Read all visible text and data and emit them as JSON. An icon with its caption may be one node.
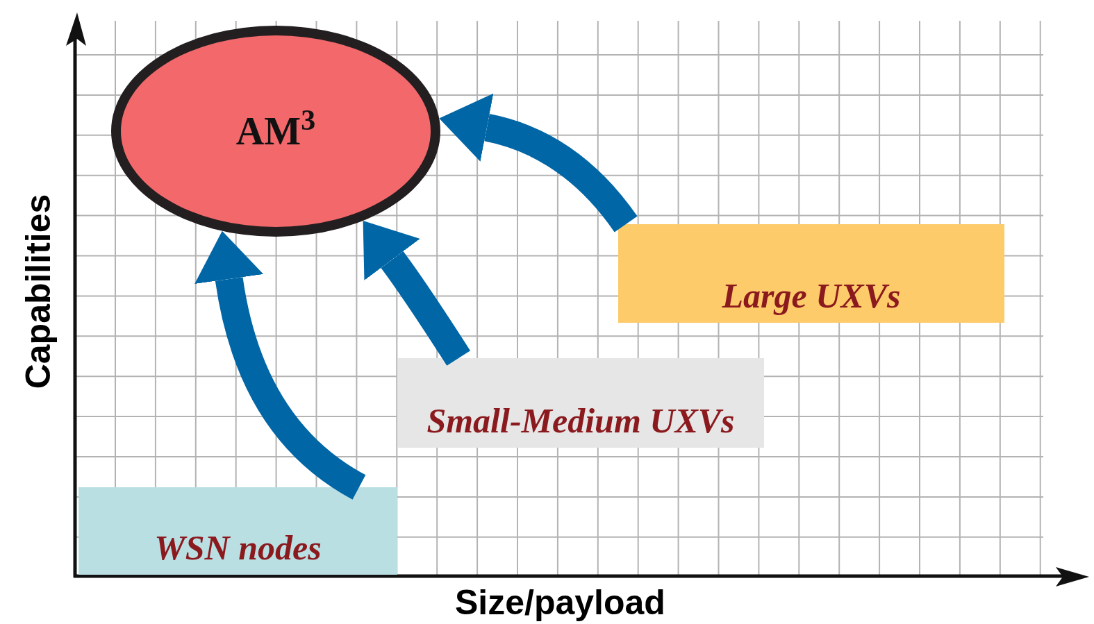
{
  "diagram": {
    "nodes": [
      {
        "text": [
          "AM$^{3}$"
        ]
      },
      {
        "text": [
          "Large UXVs"
        ]
      },
      {
        "text": [
          "Small-Medium UXVs"
        ]
      },
      {
        "text": [
          "WSN nodes"
        ]
      }
    ],
    "edges": [
      {
        "from": 3,
        "to": 0,
        "arrow": "to"
      },
      {
        "from": 2,
        "to": 0,
        "arrow": "to"
      },
      {
        "from": 1,
        "to": 0,
        "arrow": "to"
      }
    ],
    "labels": [
      "Capabilities",
      "Size/payload"
    ]
  }
}
